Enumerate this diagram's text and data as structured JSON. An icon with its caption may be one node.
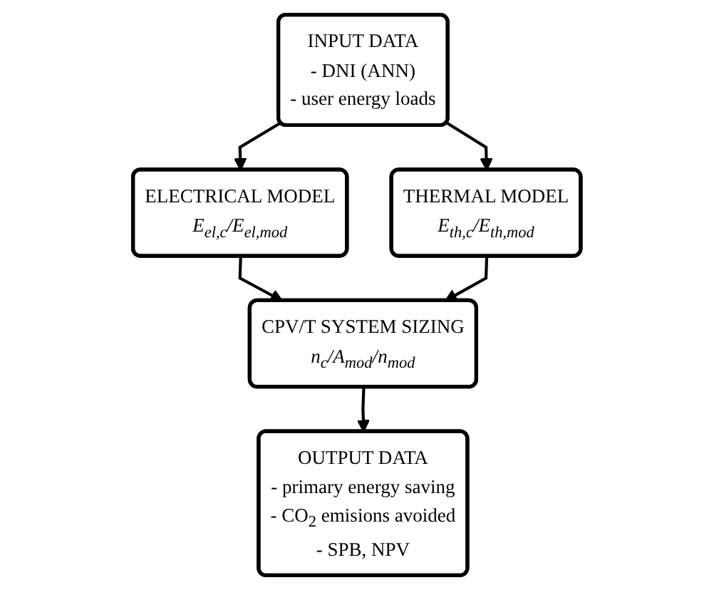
{
  "diagram": {
    "nodes": [
      {
        "text": [
          "INPUT DATA",
          "- DNI (ANN)",
          "- user energy loads"
        ]
      },
      {
        "text": [
          "ELECTRICAL MODEL",
          "E$_{el,c}$/E$_{el,mod}$"
        ]
      },
      {
        "text": [
          "THERMAL MODEL",
          "E$_{th,c}$/E$_{th,mod}$"
        ]
      },
      {
        "text": [
          "CPV/T SYSTEM SIZING",
          "n$_{c}$/A$_{mod}$/n$_{mod}$"
        ]
      },
      {
        "text": [
          "OUTPUT DATA",
          "- primary energy saving",
          "- CO$_{2}$ emisions avoided",
          "- SPB, NPV"
        ]
      }
    ],
    "edges": [
      {
        "from": 0,
        "to": 1,
        "arrow": "to"
      },
      {
        "from": 0,
        "to": 2,
        "arrow": "to"
      },
      {
        "from": 1,
        "to": 3,
        "arrow": "to"
      },
      {
        "from": 2,
        "to": 3,
        "arrow": "to"
      },
      {
        "from": 3,
        "to": 4,
        "arrow": "to"
      }
    ]
  }
}
